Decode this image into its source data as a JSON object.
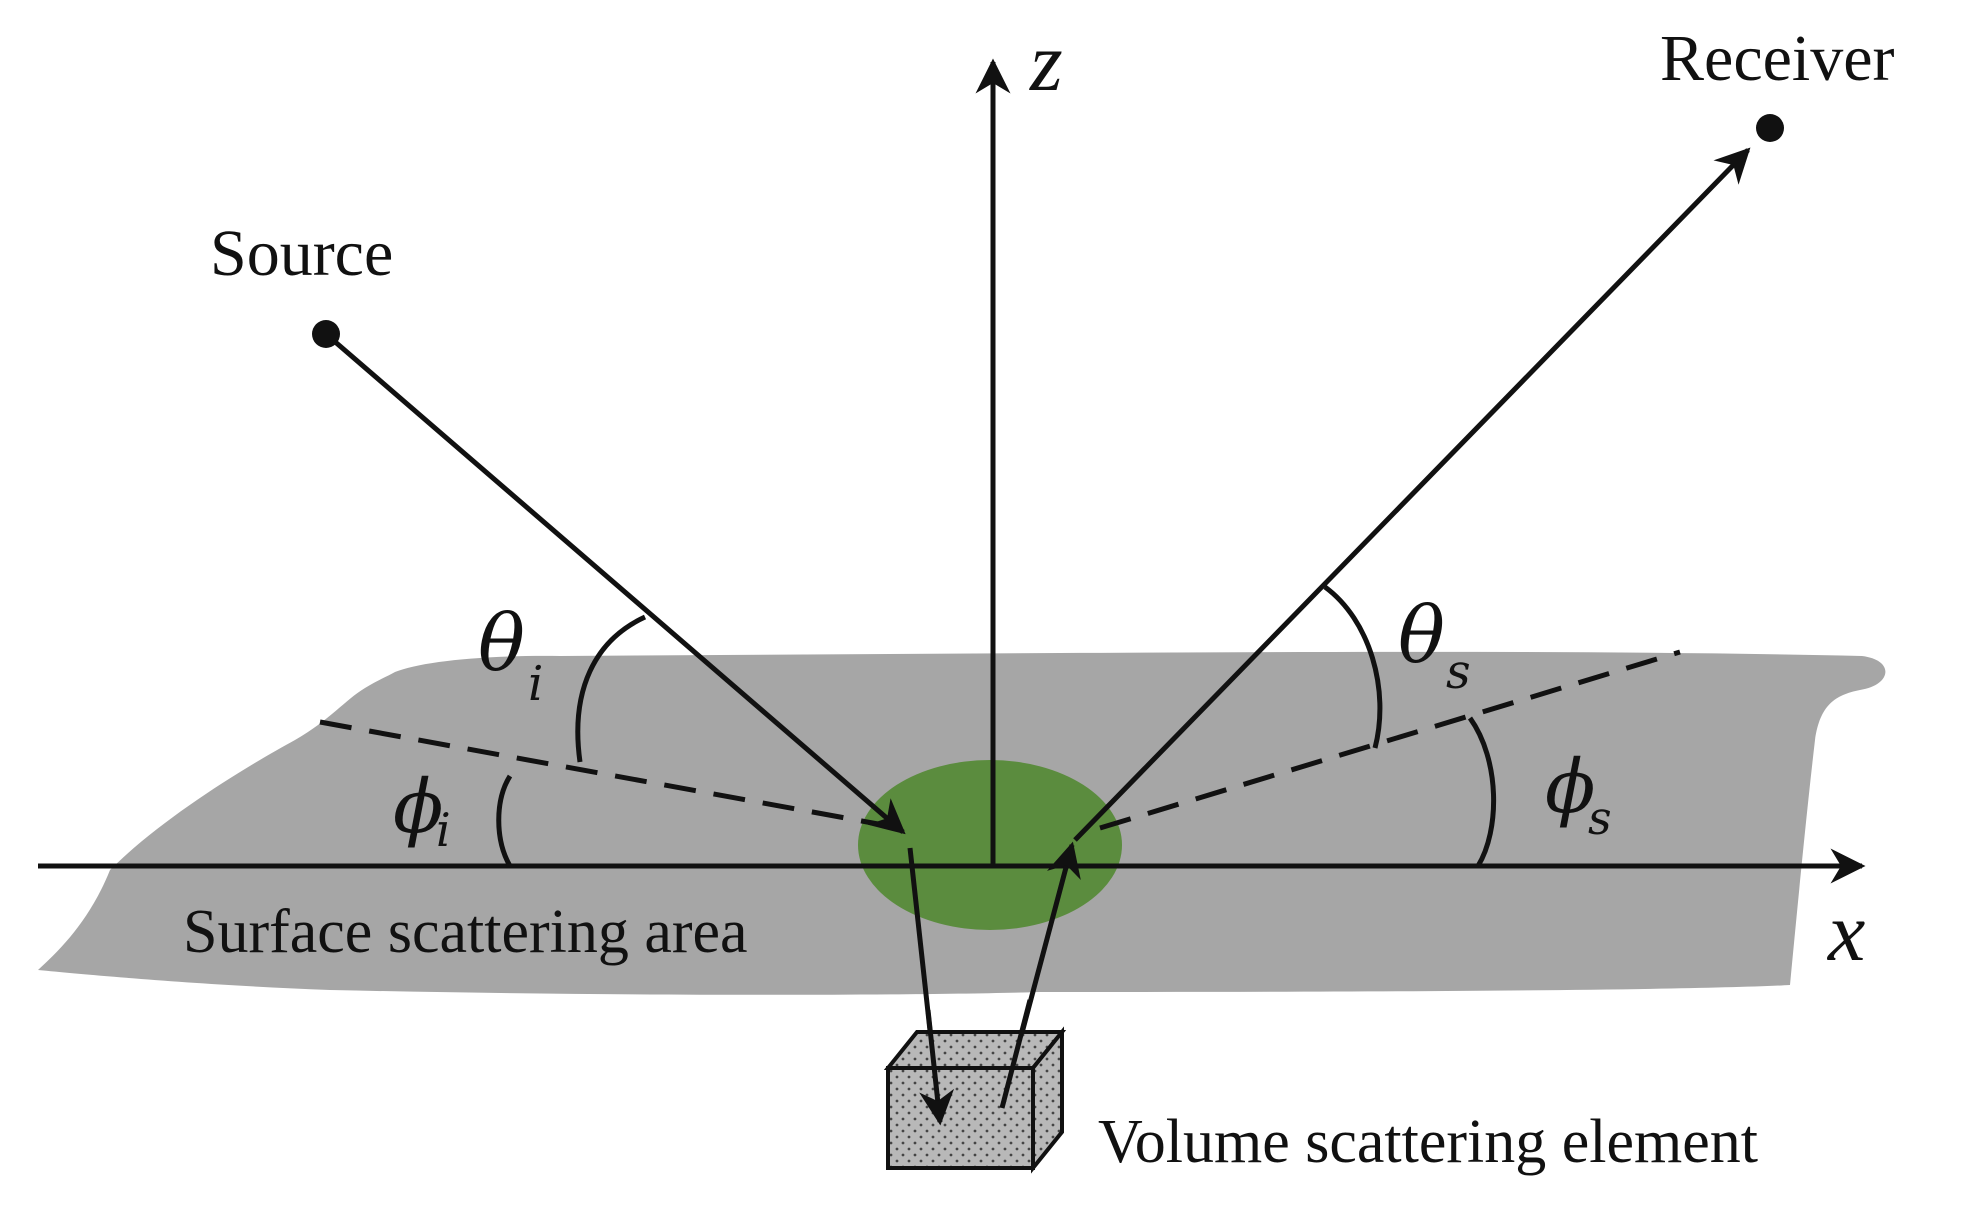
{
  "labels": {
    "source": "Source",
    "receiver": "Receiver",
    "surface_area": "Surface scattering area",
    "volume_element": "Volume scattering element"
  },
  "axes": {
    "z": "z",
    "x": "x"
  },
  "angles": {
    "theta_i": {
      "symbol": "θ",
      "subscript": "i"
    },
    "phi_i": {
      "symbol": "ϕ",
      "subscript": "i"
    },
    "theta_s": {
      "symbol": "θ",
      "subscript": "s"
    },
    "phi_s": {
      "symbol": "ϕ",
      "subscript": "s"
    }
  },
  "colors": {
    "surface": "#a6a6a6",
    "scattering_spot": "#5b8c3e",
    "line": "#111111",
    "volume_box": "#b4b4b4"
  }
}
